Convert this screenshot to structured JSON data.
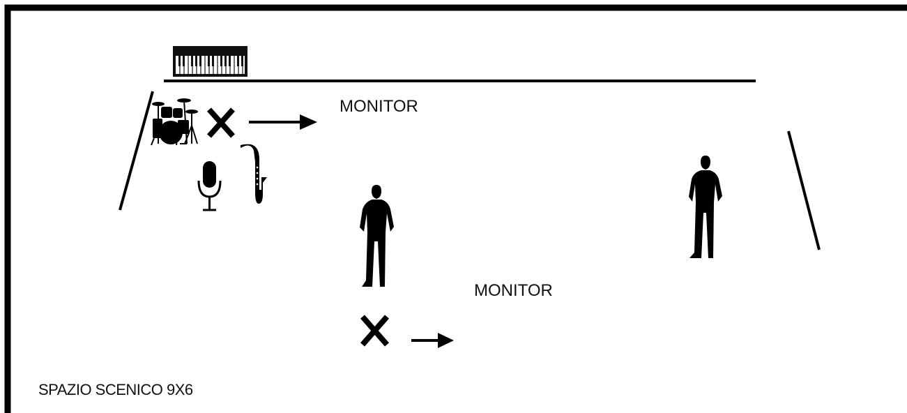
{
  "labels": {
    "monitor_top": "MONITOR",
    "monitor_bottom": "MONITOR",
    "caption": "SPAZIO SCENICO 9X6"
  },
  "icons": {
    "keyboard": "keyboard-icon",
    "drums": "drum-kit-icon",
    "microphone": "microphone-icon",
    "saxophone": "saxophone-icon",
    "person": "person-icon",
    "position_marker": "x-mark-icon",
    "direction": "arrow-right-icon"
  },
  "colors": {
    "ink": "#000000",
    "background": "#ffffff"
  }
}
